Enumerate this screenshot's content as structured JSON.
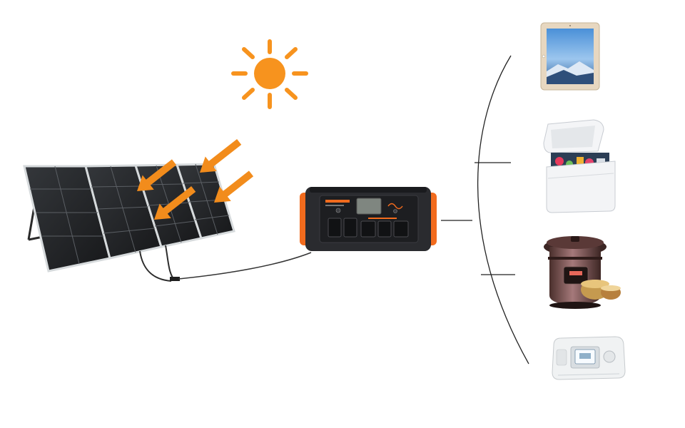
{
  "colors": {
    "background": "#ffffff",
    "sun": "#f7931e",
    "arrow": "#f28c1c",
    "panel_cell": "#222428",
    "panel_frame": "#cfd3d6",
    "station_body": "#2a2b2f",
    "station_accent": "#f26b1d",
    "wire": "#333333"
  },
  "station": {
    "screen_text": "",
    "brand_lettering": ""
  },
  "sun": {
    "icon": "sun-icon",
    "rays": 8
  },
  "arrows": {
    "icon": "arrow-icon",
    "count": 4
  },
  "devices": [
    {
      "name": "tablet",
      "icon": "tablet-icon"
    },
    {
      "name": "portable-fridge",
      "icon": "cooler-icon"
    },
    {
      "name": "pressure-cooker",
      "icon": "pressure-cooker-icon"
    },
    {
      "name": "cpap-machine",
      "icon": "cpap-icon"
    }
  ]
}
